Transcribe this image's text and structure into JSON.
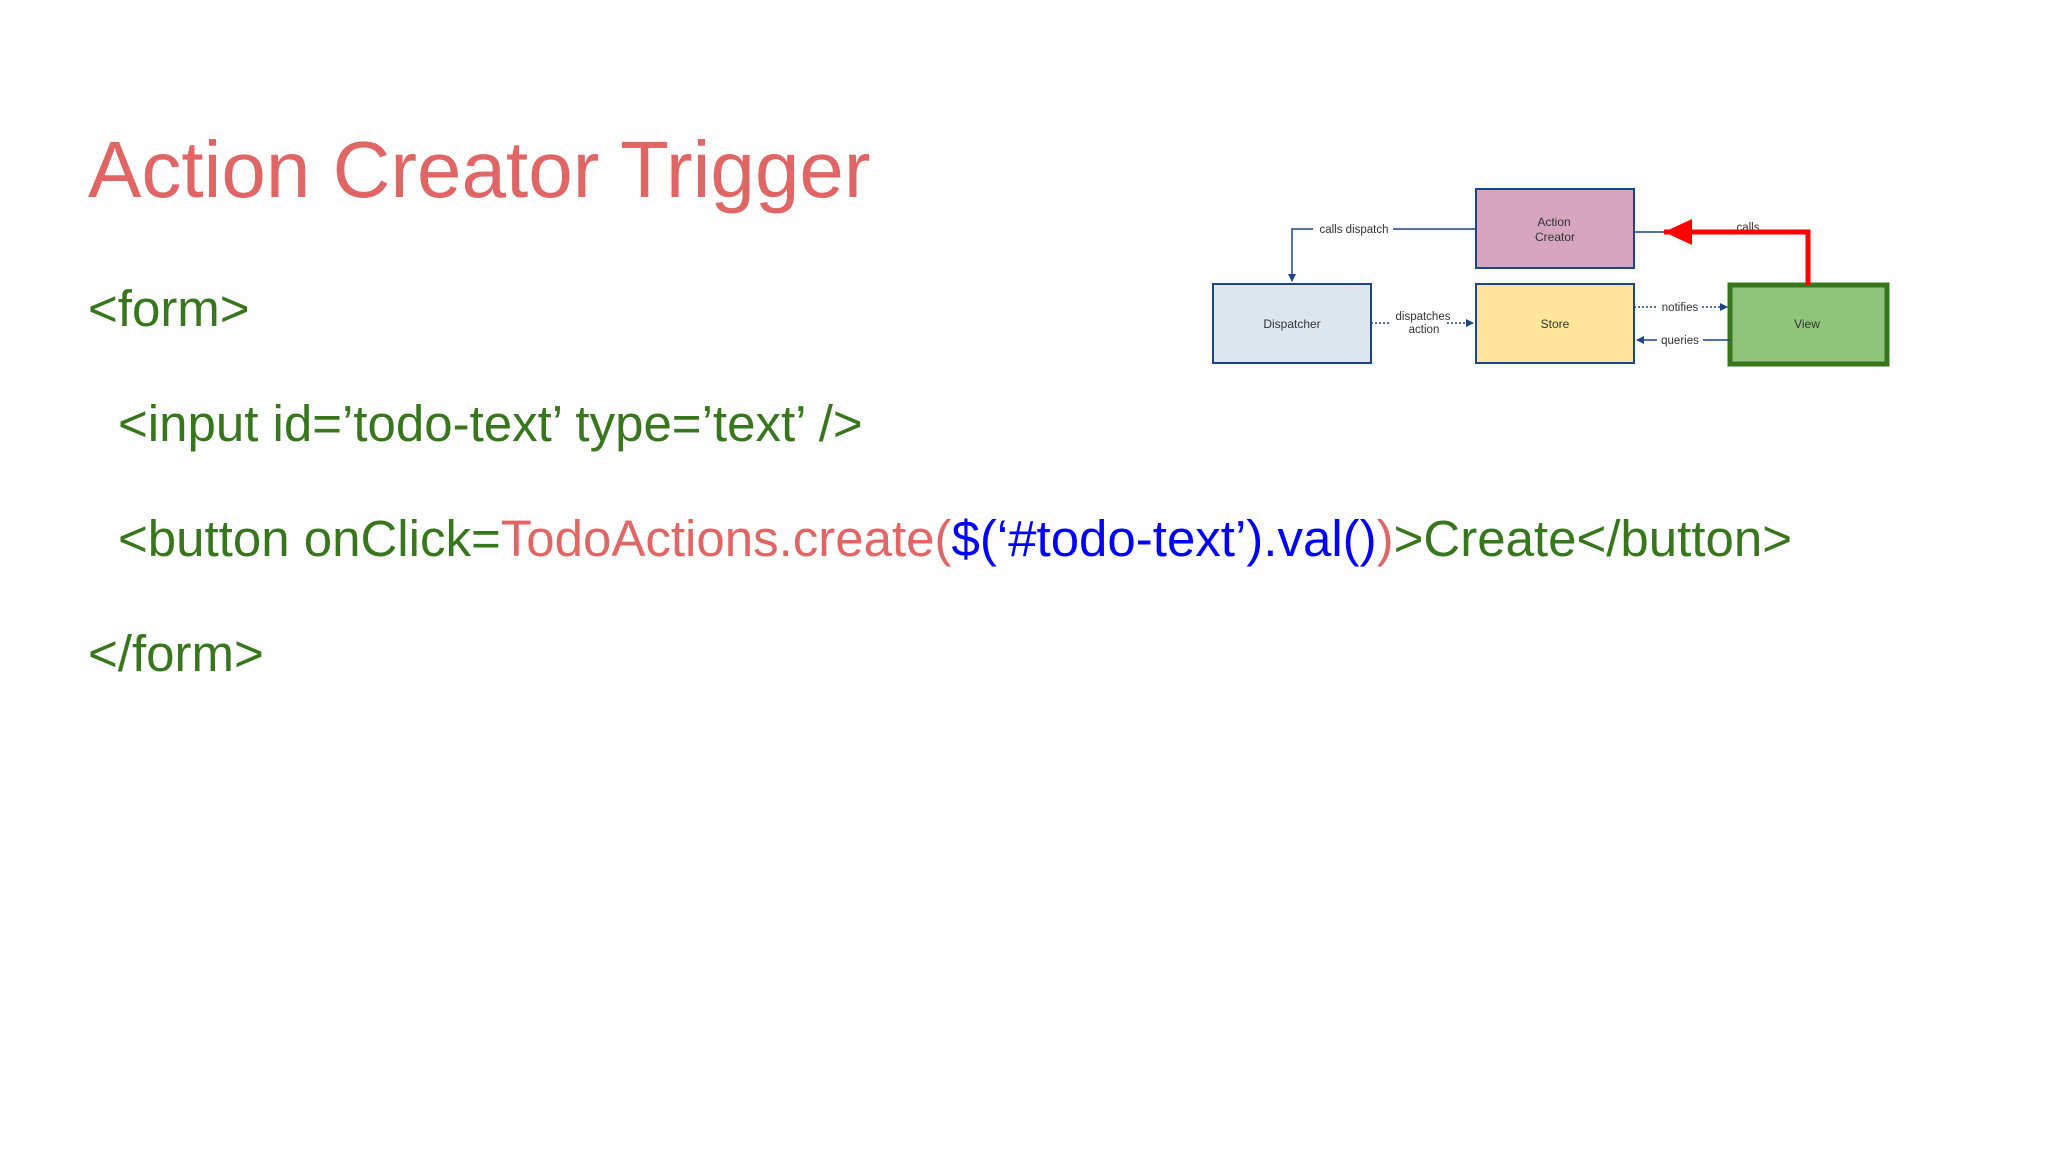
{
  "slide": {
    "title": "Action Creator Trigger"
  },
  "code": {
    "line1": "<form>",
    "line2": "<input id=’todo-text’ type=’text’ />",
    "line3": {
      "part1": "<button onClick=",
      "part2": "TodoActions.create(",
      "part3": "$(‘#todo-text’).val()",
      "part4": ")",
      "part5": ">Create</button>"
    },
    "line4": "</form>"
  },
  "diagram": {
    "nodes": {
      "action_creator_line1": "Action",
      "action_creator_line2": "Creator",
      "dispatcher": "Dispatcher",
      "store": "Store",
      "view": "View"
    },
    "edges": {
      "calls_dispatch": "calls dispatch",
      "dispatches_action_line1": "dispatches",
      "dispatches_action_line2": "action",
      "notifies": "notifies",
      "queries": "queries",
      "calls": "calls"
    },
    "colors": {
      "action_creator_fill": "#d5a6bd",
      "dispatcher_fill": "#dde6ef",
      "store_fill": "#fde59a",
      "view_fill": "#8fc47a",
      "node_border": "#1c4587",
      "view_highlight_border": "#38761d",
      "highlight_arrow": "#ff0000"
    }
  }
}
